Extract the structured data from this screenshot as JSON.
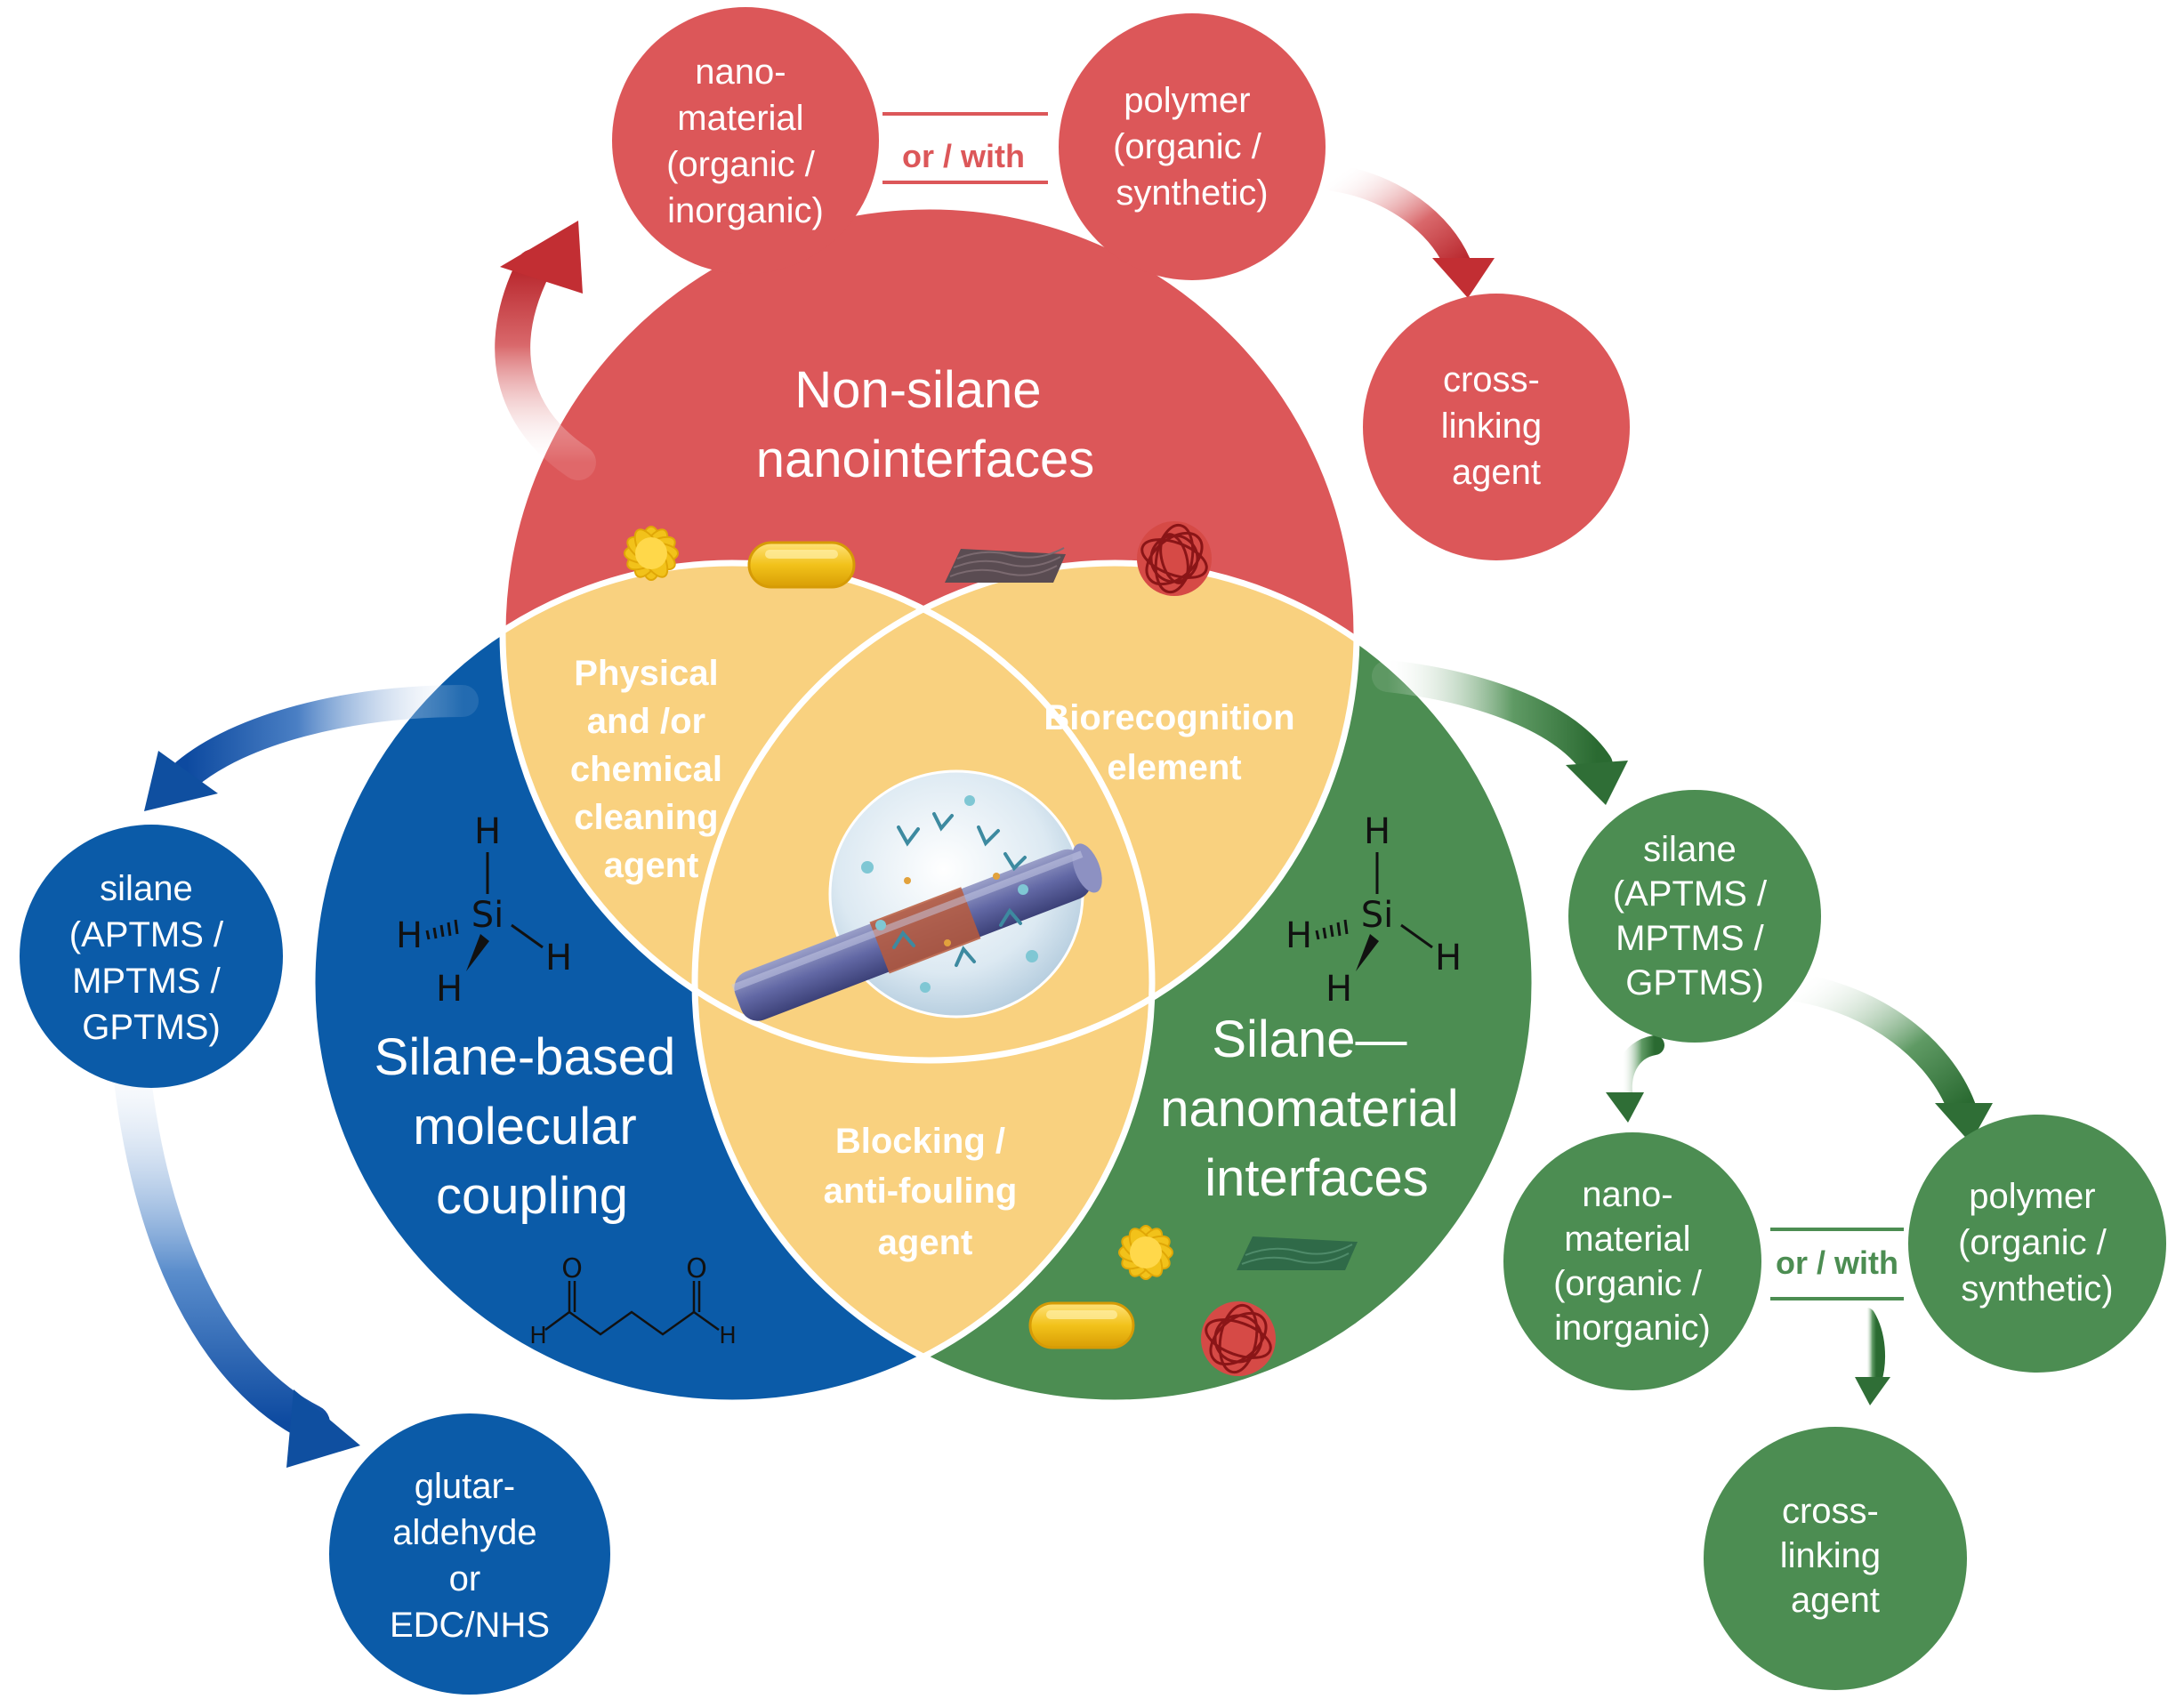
{
  "colors": {
    "red": "#dc5759",
    "blue": "#0b5ba8",
    "green": "#4c8d52",
    "yellow": "#f9d17f",
    "red_arrow": "#c22e33",
    "blue_arrow": "#0f4fa0",
    "green_arrow": "#2f6e36",
    "white": "#ffffff"
  },
  "venn": {
    "red_title_line1": "Non-silane",
    "red_title_line2": "nanointerfaces",
    "blue_title_line1": "Silane-based",
    "blue_title_line2": "molecular",
    "blue_title_line3": "coupling",
    "green_title_line1": "Silane—",
    "green_title_line2": "nanomaterial",
    "green_title_line3": "interfaces",
    "overlap_red_blue": [
      "Physical",
      "and /or",
      "chemical",
      "cleaning",
      "agent"
    ],
    "overlap_red_green": [
      "Biorecognition",
      "element"
    ],
    "overlap_blue_green": [
      "Blocking /",
      "anti-fouling",
      "agent"
    ]
  },
  "red_flow": {
    "nanomaterial": [
      "nano-",
      "material",
      "(organic /",
      "inorganic)"
    ],
    "connector": "or / with",
    "polymer": [
      "polymer",
      "(organic /",
      "synthetic)"
    ],
    "crosslinker": [
      "cross-",
      "linking",
      "agent"
    ]
  },
  "blue_flow": {
    "silane": [
      "silane",
      "(APTMS /",
      "MPTMS /",
      "GPTMS)"
    ],
    "glutaraldehyde": [
      "glutar-",
      "aldehyde",
      "or",
      "EDC/NHS"
    ]
  },
  "green_flow": {
    "silane": [
      "silane",
      "(APTMS /",
      "MPTMS /",
      "GPTMS)"
    ],
    "nanomaterial": [
      "nano-",
      "material",
      "(organic /",
      "inorganic)"
    ],
    "connector": "or / with",
    "polymer": [
      "polymer",
      "(organic /",
      "synthetic)"
    ],
    "crosslinker": [
      "cross-",
      "linking",
      "agent"
    ]
  },
  "molecules": {
    "si": "Si",
    "h": "H",
    "o": "O"
  },
  "icons": {
    "nanoflower": "nanoflower-icon",
    "nanorod": "nanorod-icon",
    "nanosheet": "nanosheet-icon",
    "polymer_ball": "polymer-ball-icon",
    "sensor": "fiber-sensor-icon",
    "arrow": "curved-arrow-icon"
  }
}
